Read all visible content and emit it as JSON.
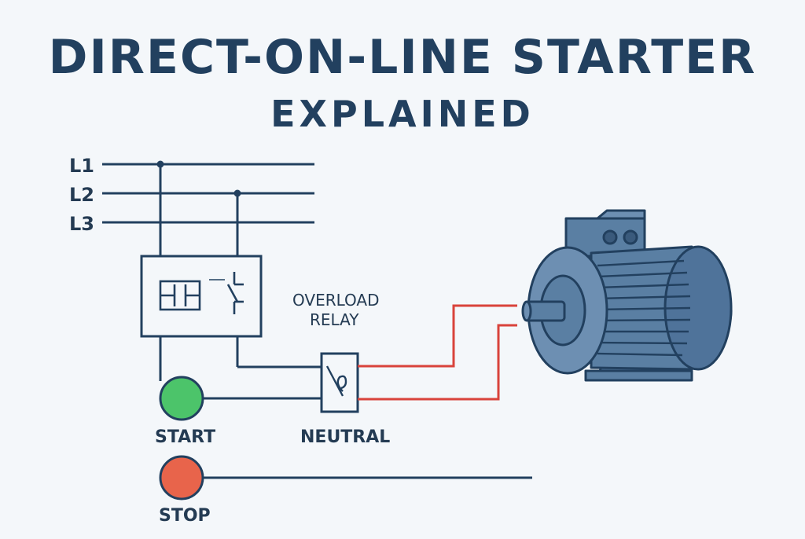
{
  "title": "DIRECT-ON-LINE STARTER",
  "subtitle": "EXPLAINED",
  "lines": [
    "L1",
    "L2",
    "L3"
  ],
  "labels": {
    "overload_line1": "OVERLOAD",
    "overload_line2": "RELAY",
    "start": "START",
    "neutral": "NEUTRAL",
    "stop": "STOP"
  },
  "colors": {
    "wire": "#22405f",
    "motor_wire": "#d9433b",
    "start_button": "#4cc46a",
    "stop_button": "#e8644b",
    "motor_body": "#5a7fa3",
    "background": "#f4f7fa"
  },
  "icons": {
    "contactor": "contactor-icon",
    "overload": "overload-relay-icon",
    "motor": "electric-motor-icon"
  }
}
